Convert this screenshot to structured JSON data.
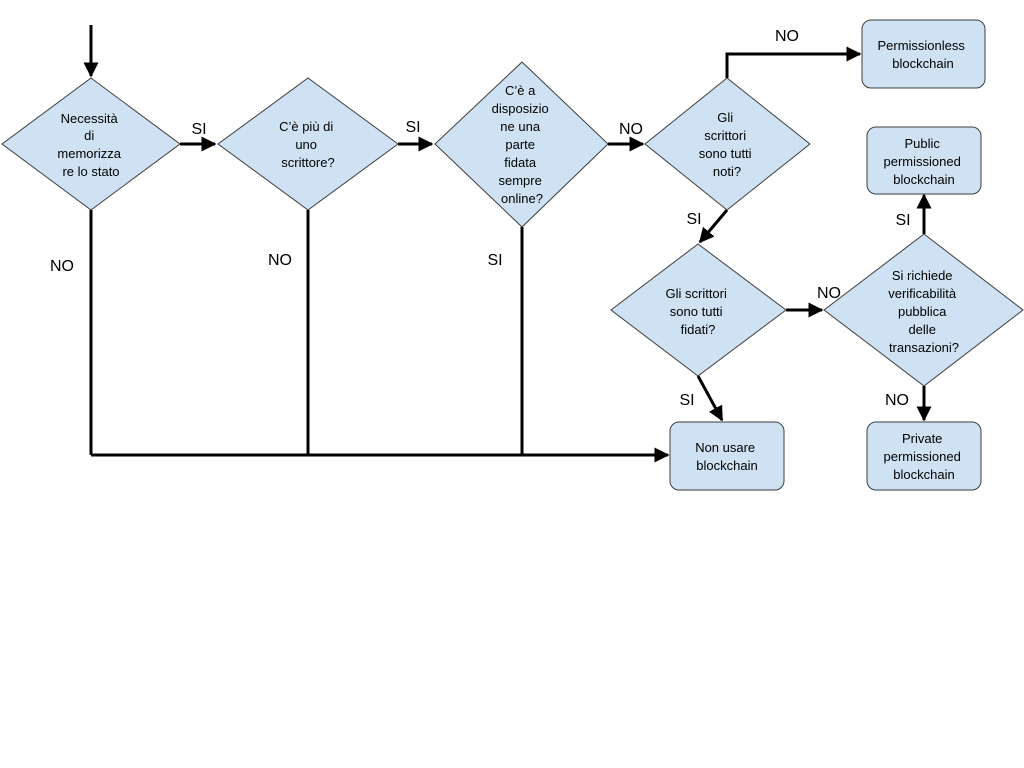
{
  "diagram": {
    "nodes": {
      "state": [
        "Necessità",
        "di",
        "memorizza",
        "re lo stato"
      ],
      "writers": [
        "C’è più di",
        "uno",
        "scrittore?"
      ],
      "trusted_party": [
        "C’è a",
        "disposizio",
        "ne una",
        "parte",
        "fidata",
        "sempre",
        "online?"
      ],
      "writers_known": [
        "Gli",
        "scrittori",
        "sono tutti",
        "noti?"
      ],
      "writers_trusted": [
        "Gli scrittori",
        "sono tutti",
        "fidati?"
      ],
      "public_verifiability": [
        "Si richiede",
        "verificabilità",
        "pubblica",
        "delle",
        "transazioni?"
      ],
      "permissionless": [
        "Permissionless",
        "blockchain"
      ],
      "public_permissioned": [
        "Public",
        "permissioned",
        "blockchain"
      ],
      "private_permissioned": [
        "Private",
        "permissioned",
        "blockchain"
      ],
      "no_blockchain": [
        "Non usare",
        "blockchain"
      ]
    },
    "edge_labels": {
      "state_writers": "SI",
      "state_down": "NO",
      "writers_trusted_party": "SI",
      "writers_down": "NO",
      "trusted_party_known": "NO",
      "trusted_party_down": "SI",
      "known_permissionless": "NO",
      "known_trusted": "SI",
      "trusted_verif": "NO",
      "trusted_none": "SI",
      "verif_public": "SI",
      "verif_private": "NO"
    }
  }
}
